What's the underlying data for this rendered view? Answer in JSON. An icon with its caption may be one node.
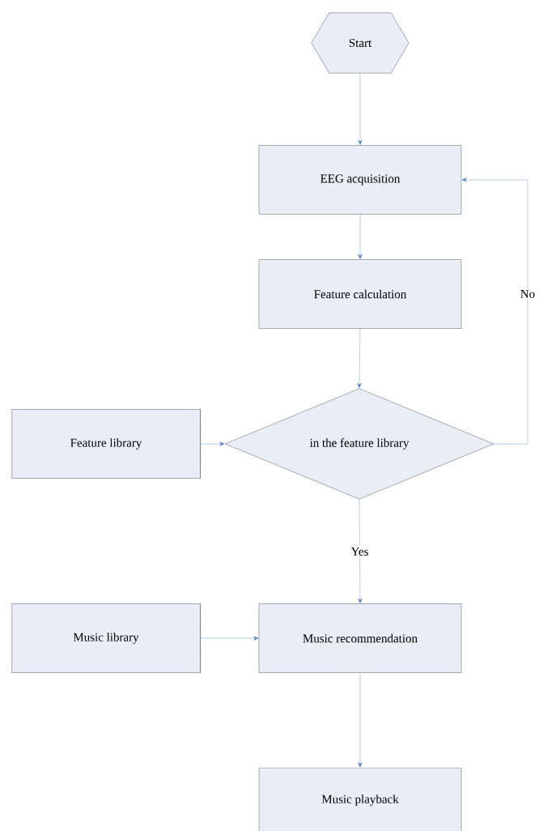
{
  "diagram": {
    "nodes": [
      {
        "text": [
          "Start"
        ]
      },
      {
        "text": [
          "EEG acquisition"
        ]
      },
      {
        "text": [
          "Feature calculation"
        ]
      },
      {
        "text": [
          "in the feature library"
        ]
      },
      {
        "text": [
          "Feature library"
        ]
      },
      {
        "text": [
          "Music library"
        ]
      },
      {
        "text": [
          "Music recommendation"
        ]
      },
      {
        "text": [
          "Music playback"
        ]
      }
    ],
    "edges": [
      {
        "from": 0,
        "to": 1,
        "arrow": "to"
      },
      {
        "from": 1,
        "to": 2,
        "arrow": "to"
      },
      {
        "from": 2,
        "to": 3,
        "arrow": "to"
      },
      {
        "from": 4,
        "to": 3,
        "arrow": "to"
      },
      {
        "from": 3,
        "to": 1,
        "arrow": "to",
        "label": "No"
      },
      {
        "from": 3,
        "to": 6,
        "arrow": "to",
        "label": "Yes"
      },
      {
        "from": 5,
        "to": 6,
        "arrow": "to"
      },
      {
        "from": 6,
        "to": 7,
        "arrow": "to"
      }
    ]
  }
}
